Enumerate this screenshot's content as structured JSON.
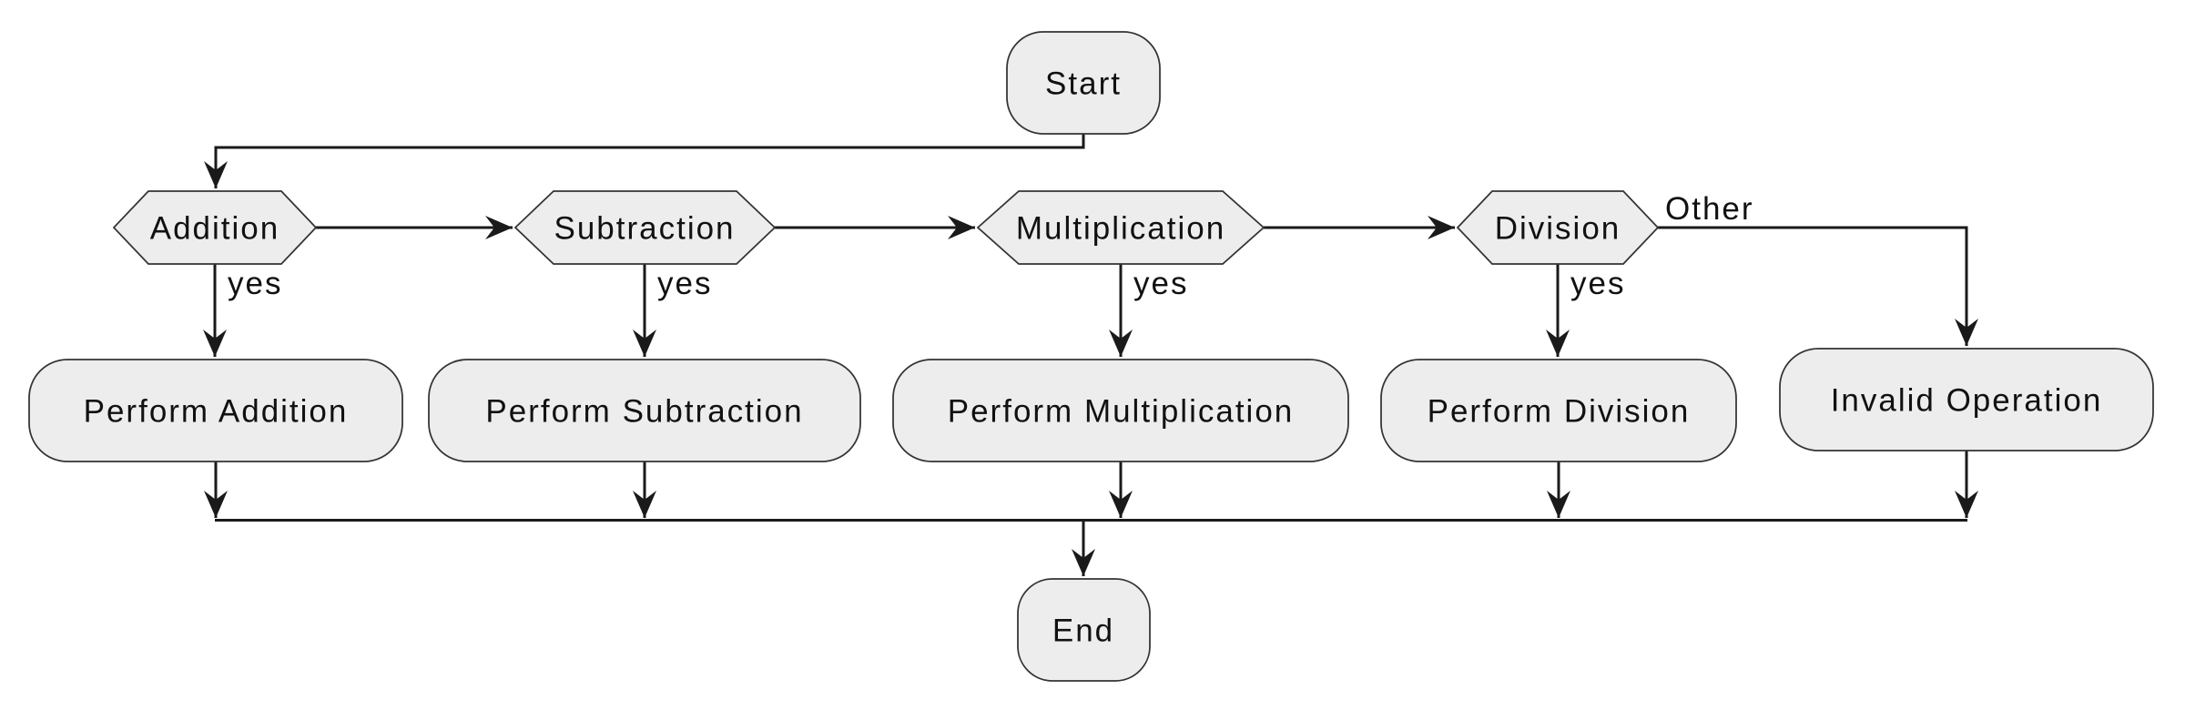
{
  "diagram": {
    "type": "flowchart",
    "colors": {
      "background": "#ffffff",
      "node_fill": "#ededed",
      "node_border": "#333333",
      "line": "#1a1a1a",
      "text": "#111111"
    },
    "nodes": {
      "start": {
        "label": "Start",
        "shape": "rounded"
      },
      "addition": {
        "label": "Addition",
        "shape": "hexagon"
      },
      "subtraction": {
        "label": "Subtraction",
        "shape": "hexagon"
      },
      "multiplication": {
        "label": "Multiplication",
        "shape": "hexagon"
      },
      "division": {
        "label": "Division",
        "shape": "hexagon"
      },
      "perform_addition": {
        "label": "Perform Addition",
        "shape": "rounded"
      },
      "perform_subtraction": {
        "label": "Perform Subtraction",
        "shape": "rounded"
      },
      "perform_multiplication": {
        "label": "Perform Multiplication",
        "shape": "rounded"
      },
      "perform_division": {
        "label": "Perform Division",
        "shape": "rounded"
      },
      "invalid_operation": {
        "label": "Invalid Operation",
        "shape": "rounded"
      },
      "end": {
        "label": "End",
        "shape": "rounded"
      }
    },
    "edge_labels": {
      "addition_yes": "yes",
      "subtraction_yes": "yes",
      "multiplication_yes": "yes",
      "division_yes": "yes",
      "division_other": "Other"
    }
  }
}
